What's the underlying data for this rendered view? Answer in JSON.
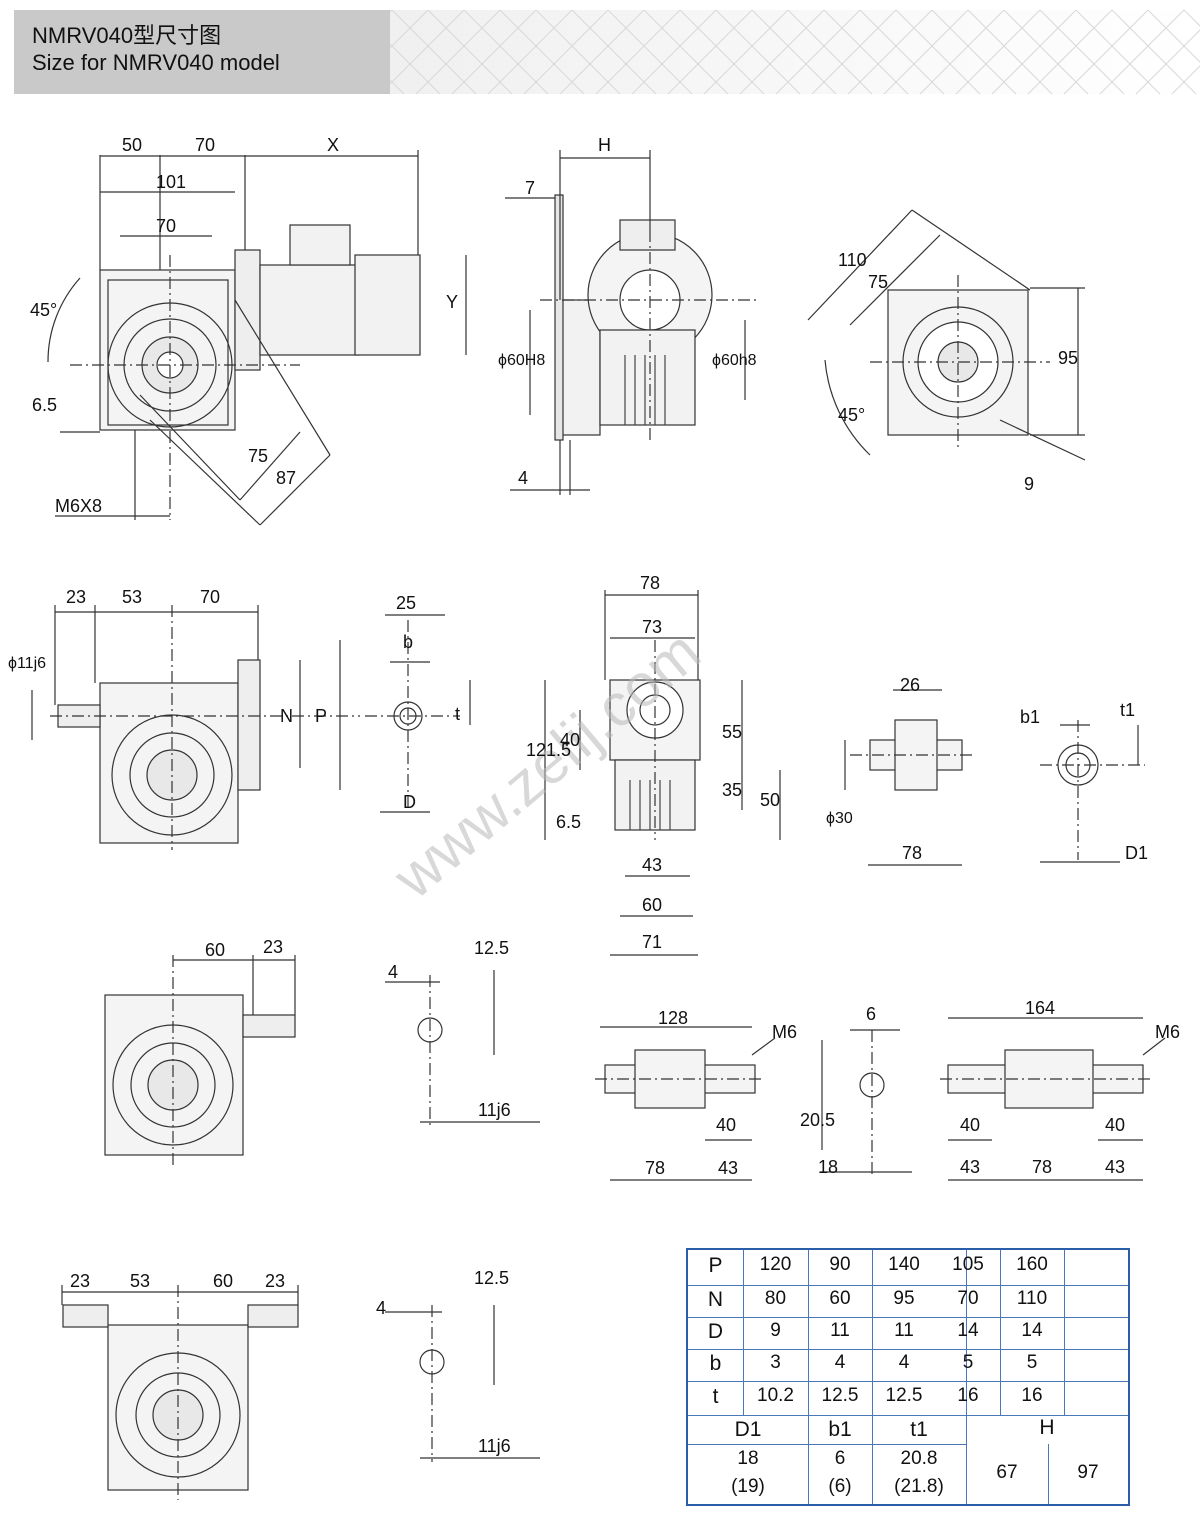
{
  "header": {
    "title_cn": "NMRV040型尺寸图",
    "title_en": "Size for NMRV040 model"
  },
  "watermark": "www.zelij.com",
  "views": {
    "top_left": {
      "dims": [
        "50",
        "70",
        "X",
        "101",
        "70",
        "Y",
        "45°",
        "6.5",
        "75",
        "87",
        "M6X8"
      ]
    },
    "top_middle": {
      "dims": [
        "H",
        "7",
        "ϕ60H8",
        "ϕ60h8",
        "4"
      ]
    },
    "top_right": {
      "dims": [
        "110",
        "75",
        "95",
        "45°",
        "9"
      ]
    },
    "second_row_left": {
      "dims": [
        "23",
        "53",
        "70",
        "ϕ11j6",
        "N",
        "P"
      ]
    },
    "key_detail": {
      "dims": [
        "25",
        "b",
        "t",
        "D"
      ]
    },
    "front_view": {
      "dims": [
        "78",
        "73",
        "121.5",
        "40",
        "55",
        "35",
        "50",
        "6.5",
        "43",
        "60",
        "71"
      ]
    },
    "hollow_shaft": {
      "dims": [
        "26",
        "ϕ30",
        "78"
      ]
    },
    "hollow_key": {
      "dims": [
        "b1",
        "t1",
        "D1"
      ]
    },
    "third_row_left": {
      "dims": [
        "60",
        "23"
      ]
    },
    "shaft_key_1": {
      "dims": [
        "4",
        "12.5",
        "11j6"
      ]
    },
    "single_output_shaft": {
      "dims": [
        "128",
        "M6",
        "40",
        "78",
        "43"
      ]
    },
    "output_key": {
      "dims": [
        "6",
        "20.5",
        "18"
      ]
    },
    "double_output_shaft": {
      "dims": [
        "164",
        "M6",
        "40",
        "40",
        "43",
        "78",
        "43"
      ]
    },
    "bottom_left": {
      "dims": [
        "23",
        "53",
        "60",
        "23"
      ]
    },
    "shaft_key_2": {
      "dims": [
        "4",
        "12.5",
        "11j6"
      ]
    }
  },
  "table": {
    "rows_top": [
      {
        "label": "P",
        "values": [
          "120",
          "90",
          "140",
          "105",
          "160",
          ""
        ]
      },
      {
        "label": "N",
        "values": [
          "80",
          "60",
          "95",
          "70",
          "110",
          ""
        ]
      },
      {
        "label": "D",
        "values": [
          "9",
          "11",
          "11",
          "14",
          "14",
          ""
        ]
      },
      {
        "label": "b",
        "values": [
          "3",
          "4",
          "4",
          "5",
          "5",
          ""
        ]
      },
      {
        "label": "t",
        "values": [
          "10.2",
          "12.5",
          "12.5",
          "16",
          "16",
          ""
        ]
      }
    ],
    "bottom_headers": [
      "D1",
      "b1",
      "t1",
      "H"
    ],
    "bottom_values": {
      "d1": [
        "18",
        "(19)"
      ],
      "b1": [
        "6",
        "(6)"
      ],
      "t1": [
        "20.8",
        "(21.8)"
      ],
      "h": [
        "67",
        "97"
      ]
    }
  }
}
